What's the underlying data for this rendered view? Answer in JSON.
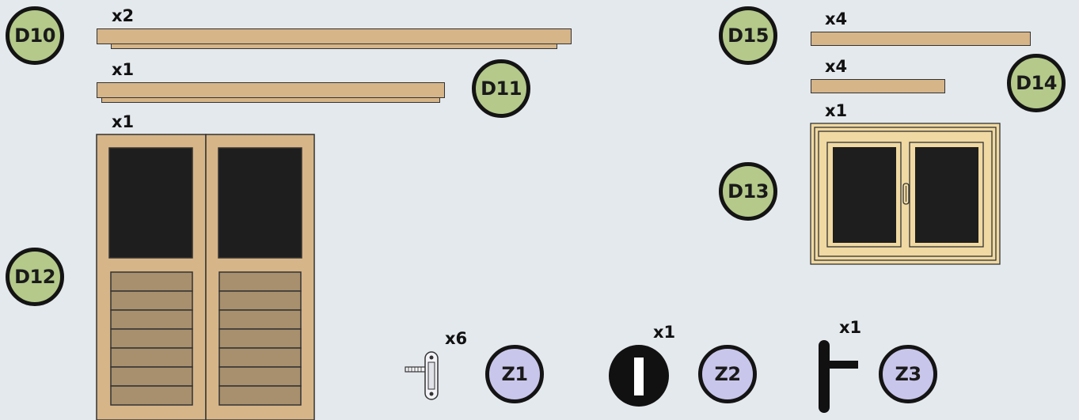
{
  "parts": {
    "d10": {
      "label": "D10",
      "qty": "x2"
    },
    "d11": {
      "label": "D11",
      "qty": "x1"
    },
    "d12": {
      "label": "D12",
      "qty": "x1"
    },
    "d13": {
      "label": "D13",
      "qty": "x1"
    },
    "d14": {
      "label": "D14",
      "qty": "x4"
    },
    "d15": {
      "label": "D15",
      "qty": "x4"
    },
    "z1": {
      "label": "Z1",
      "qty": "x6"
    },
    "z2": {
      "label": "Z2",
      "qty": "x1"
    },
    "z3": {
      "label": "Z3",
      "qty": "x1"
    }
  },
  "colors": {
    "background": "#e4e9ed",
    "wood": "#d6b588",
    "slat": "#a8906e",
    "glass": "#1e1e1e",
    "window_frame": "#f0d9a2",
    "badge_d": "#b4c98a",
    "badge_z": "#c9c6ec"
  }
}
